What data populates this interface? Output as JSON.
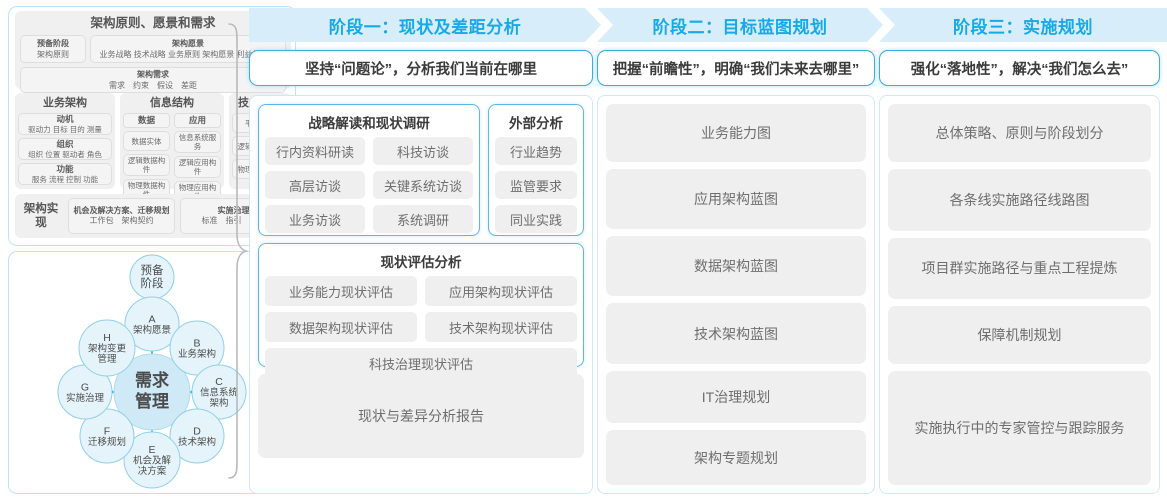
{
  "left_panel": {
    "togaf": {
      "block1": {
        "title": "架构原则、愿景和需求",
        "cells": [
          {
            "title": "预备阶段",
            "items": "架构原则"
          },
          {
            "title": "架构愿景",
            "items": "业务战略 技术战略 业务原则 架构愿景 利益相关者"
          },
          {
            "title": "架构需求",
            "items": "需求　约束　假设　差距"
          }
        ]
      },
      "business_arch": {
        "title": "业务架构",
        "cells": [
          {
            "title": "动机",
            "items": "驱动力 目标 目的 测量"
          },
          {
            "title": "组织",
            "items": "组织 位置 驱动者 角色"
          },
          {
            "title": "功能",
            "items": "服务 流程 控制 功能"
          }
        ]
      },
      "info_struct": {
        "title": "信息结构",
        "sub": [
          {
            "head": "数据",
            "items": [
              "数据实体",
              "逻辑数据构件",
              "物理数据构件"
            ]
          },
          {
            "head": "应用",
            "items": [
              "信息系统服务",
              "逻辑应用构件",
              "物理应用构件"
            ]
          }
        ]
      },
      "tech_arch": {
        "title": "技术架构",
        "items": [
          "平台服务",
          "逻辑技术构件",
          "物理技术构件"
        ]
      },
      "block3": {
        "label": "架构实现",
        "cells": [
          {
            "title": "机会及解决方案、迁移规划",
            "items": "工作包　架构契约"
          },
          {
            "title": "实施治理",
            "items": "标准　指引　规格"
          }
        ]
      }
    },
    "adm": {
      "center": "需求管理",
      "prelim": "预备阶段",
      "nodes": [
        {
          "key": "A",
          "label": "架构愿景"
        },
        {
          "key": "B",
          "label": "业务架构"
        },
        {
          "key": "C",
          "label": "信息系统架构"
        },
        {
          "key": "D",
          "label": "技术架构"
        },
        {
          "key": "E",
          "label": "机会及解决方案"
        },
        {
          "key": "F",
          "label": "迁移规划"
        },
        {
          "key": "G",
          "label": "实施治理"
        },
        {
          "key": "H",
          "label": "架构变更管理"
        }
      ]
    }
  },
  "phases": [
    {
      "banner": "阶段一：现状及差距分析",
      "subtitle": "坚持“问题论”，分析我们当前在哪里",
      "cards": [
        {
          "title": "战略解读和现状调研",
          "rows": [
            [
              "行内资料研读",
              "科技访谈"
            ],
            [
              "高层访谈",
              "关键系统访谈"
            ],
            [
              "业务访谈",
              "系统调研"
            ]
          ]
        },
        {
          "title": "外部分析",
          "items": [
            "行业趋势",
            "监管要求",
            "同业实践"
          ]
        },
        {
          "title": "现状评估分析",
          "rows": [
            [
              "业务能力现状评估",
              "应用架构现状评估"
            ],
            [
              "数据架构现状评估",
              "技术架构现状评估"
            ]
          ],
          "full": "科技治理现状评估"
        }
      ],
      "footer": "现状与差异分析报告"
    },
    {
      "banner": "阶段二：目标蓝图规划",
      "subtitle": "把握“前瞻性”，明确“我们未来去哪里”",
      "items": [
        "业务能力图",
        "应用架构蓝图",
        "数据架构蓝图",
        "技术架构蓝图",
        "IT治理规划",
        "架构专题规划"
      ]
    },
    {
      "banner": "阶段三：实施规划",
      "subtitle": "强化“落地性”，解决“我们怎么去”",
      "items": [
        "总体策略、原则与阶段划分",
        "各条线实施路径线路图",
        "项目群实施路径与重点工程提炼",
        "保障机制规划",
        "实施执行中的专家管控与跟踪服务"
      ]
    }
  ],
  "colors": {
    "banner_bg": "#d7edf9",
    "banner_text": "#17a9e8",
    "card_border": "#5bb8e4",
    "chip_bg": "#efefef",
    "panel_border": "#cfe8f6",
    "adm_node": "#cfe9f7",
    "adm_stroke": "#6cbfe4"
  }
}
